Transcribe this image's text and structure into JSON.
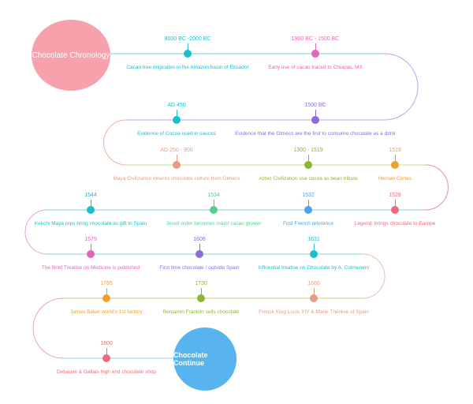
{
  "start_label": "Chocolate Chronology",
  "end_label": "Chocolate Continue",
  "colors": {
    "teal": "#1bbfcc",
    "pink": "#e067b8",
    "purple": "#8f6ad8",
    "salmon": "#e49e86",
    "olive": "#8ab830",
    "orange": "#f0a030",
    "red": "#ef6b7b",
    "blue": "#4aa3e8",
    "green": "#57cf8b"
  },
  "events": [
    {
      "date": "8000 BC -2000 BC",
      "text": "Cacao tree originates in the Amazon basin of Ecuador",
      "color": "#1bbfcc"
    },
    {
      "date": "1900 BC - 1500 BC",
      "text": "Early use of cacao traced to Chiapas, MX",
      "color": "#e067b8"
    },
    {
      "date": "AD 450",
      "text": "Evidence of Cocoa used in sauces",
      "color": "#1bbfcc"
    },
    {
      "date": "1500 BC",
      "text": "Evidence that the Olmecs are the first to consume chocolate as a drink",
      "color": "#8f6ad8"
    },
    {
      "date": "AD 250 - 900",
      "text": "Maya Civilization inherits chocolate culture from Olmecs",
      "color": "#e49e86"
    },
    {
      "date": "1300 - 1519",
      "text": "Aztec Civilization use cocoa as bean tribute",
      "color": "#8ab830"
    },
    {
      "date": "1519",
      "text": "Hernán Cortés",
      "color": "#f0a030"
    },
    {
      "date": "1544",
      "text": "Kekchi Maya reps bring chocolate as gift to Spain",
      "color": "#1bbfcc"
    },
    {
      "date": "1534",
      "text": "Jesuit order becomes major cacao grower",
      "color": "#57cf8b"
    },
    {
      "date": "1532",
      "text": "First French reference",
      "color": "#4aa3e8"
    },
    {
      "date": "1528",
      "text": "Legend: brings chocolate to Europe",
      "color": "#ef6b7b"
    },
    {
      "date": "1579",
      "text": "The Brief Treatise on Medicine is published",
      "color": "#e067b8"
    },
    {
      "date": "1606",
      "text": "First time chocolate / outside Spain",
      "color": "#8f6ad8"
    },
    {
      "date": "1631",
      "text": "Influential treatise on Chocolate by A. Colmenero",
      "color": "#1bbfcc"
    },
    {
      "date": "1765",
      "text": "James Baker world's 1st factory",
      "color": "#f0a030"
    },
    {
      "date": "1730",
      "text": "Benjamin Franklin sells chocolate",
      "color": "#8ab830"
    },
    {
      "date": "1660",
      "text": "Frenck King Louis XIV & Marie Thérèse of Spain",
      "color": "#e49e86"
    },
    {
      "date": "1800",
      "text": "Debauve & Gallais high end chocolate shop",
      "color": "#ef6b7b"
    }
  ]
}
